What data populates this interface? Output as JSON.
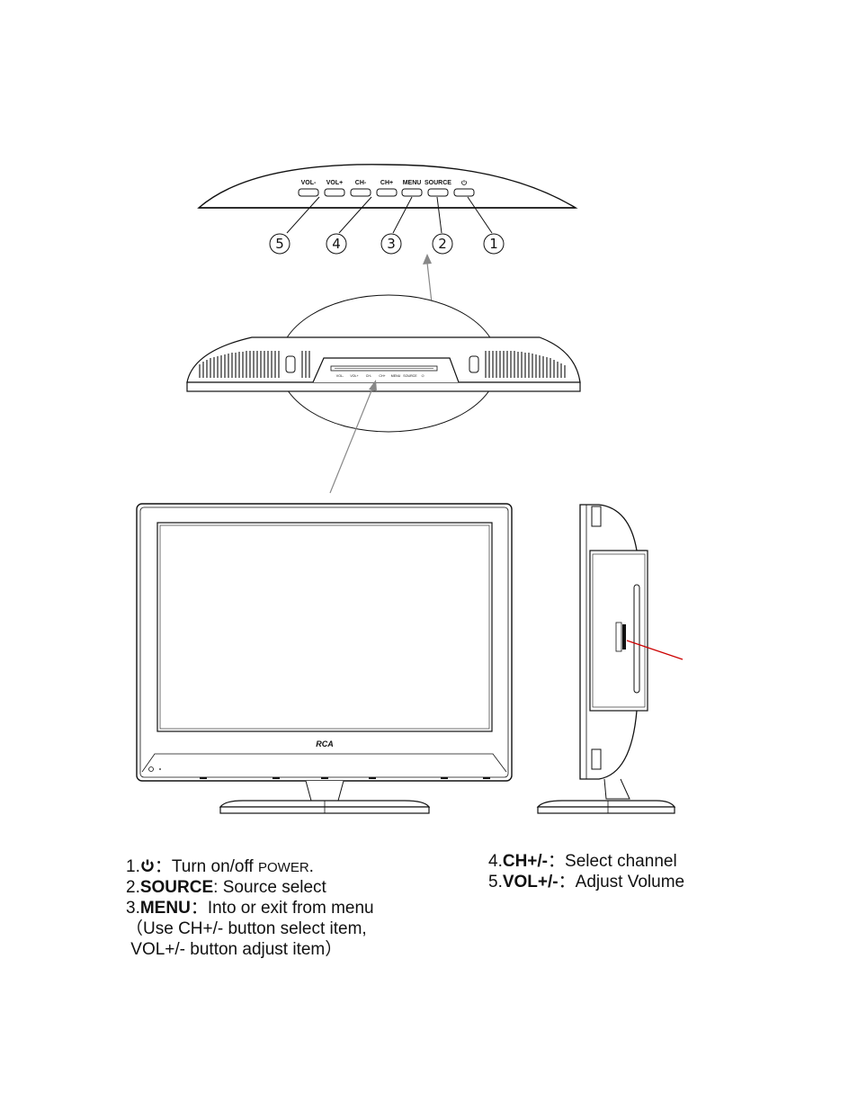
{
  "top_panel": {
    "buttons": [
      {
        "label": "VOL-"
      },
      {
        "label": "VOL+"
      },
      {
        "label": "CH-"
      },
      {
        "label": "CH+"
      },
      {
        "label": "MENU"
      },
      {
        "label": "SOURCE"
      },
      {
        "label": "⏻"
      }
    ],
    "callouts": [
      "⑤",
      "④",
      "③",
      "②",
      "①"
    ]
  },
  "middle_panel": {
    "labels": [
      "VOL-",
      "VOL+",
      "CH-",
      "CH+",
      "MENU",
      "SOURCE",
      "⏻"
    ]
  },
  "front_view": {
    "logo": "RCA"
  },
  "legend": {
    "item1": {
      "num": "1.",
      "sep": "：",
      "text": "Turn on/off ",
      "power": "POWER",
      "end": "."
    },
    "item2": {
      "num": "2.",
      "key": "SOURCE",
      "sep": ": ",
      "text": "Source select"
    },
    "item3": {
      "num": "3.",
      "key": "MENU",
      "sep": "：",
      "text": "Into or exit from menu"
    },
    "note1": "（Use CH+/- button select item,",
    "note2": " VOL+/- button adjust item）",
    "item4": {
      "num": "4.",
      "key": "CH+/-",
      "sep": "：",
      "text": "Select channel"
    },
    "item5": {
      "num": "5.",
      "key": "VOL+/-",
      "sep": "：",
      "text": "Adjust Volume"
    }
  }
}
